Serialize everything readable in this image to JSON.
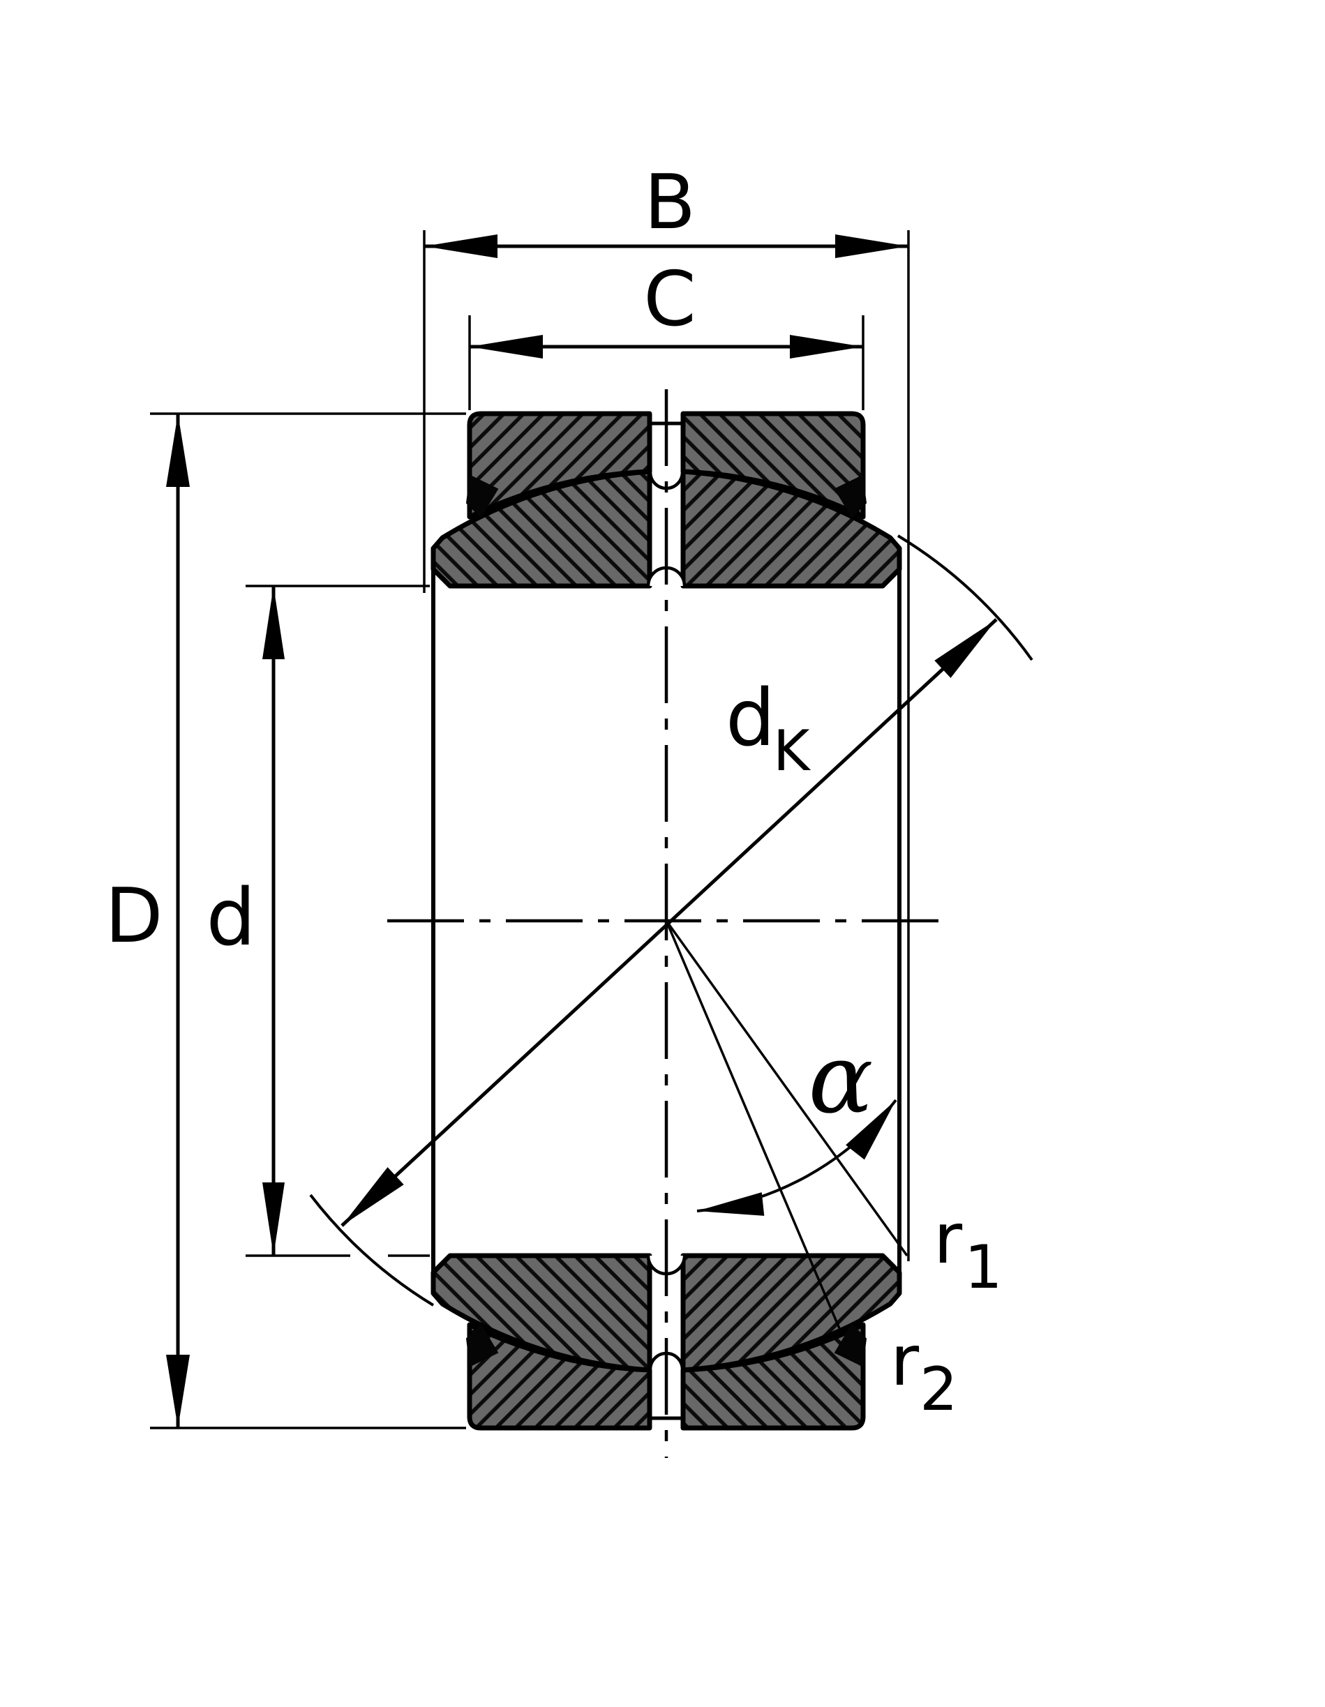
{
  "drawing": {
    "labels": {
      "b": "B",
      "c": "C",
      "outer_diameter": "D",
      "bore_diameter": "d",
      "sphere_main": "d",
      "sphere_sub": "K",
      "tilt_angle": "α",
      "r1_main": "r",
      "r1_sub": "1",
      "r2_main": "r",
      "r2_sub": "2"
    },
    "colors": {
      "line": "#000000",
      "section_fill": "#686868",
      "seal": "#050505",
      "background": "#ffffff"
    }
  }
}
